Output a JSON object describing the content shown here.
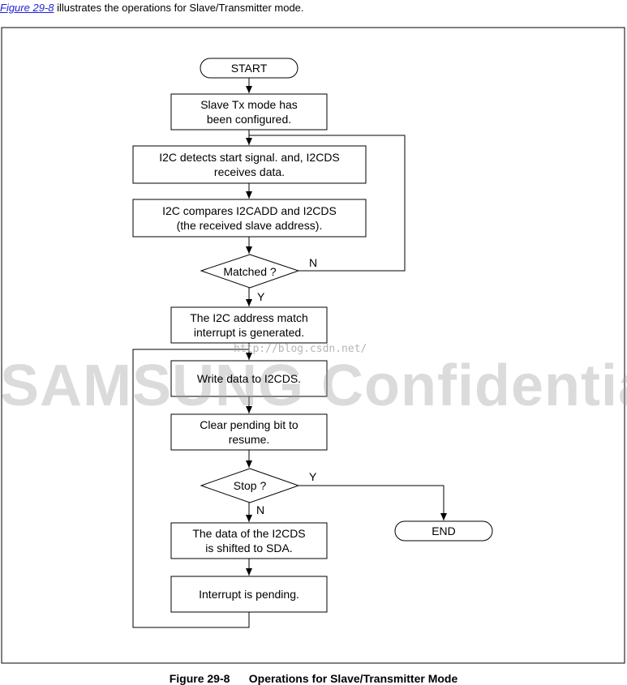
{
  "intro": {
    "link": "Figure 29-8",
    "rest": " illustrates the operations for Slave/Transmitter mode."
  },
  "nodes": {
    "start": "START",
    "configured": "Slave Tx mode has\nbeen configured.",
    "detect": "I2C detects start signal. and, I2CDS\nreceives data.",
    "compare": "I2C compares I2CADD and I2CDS\n(the received slave address).",
    "matched": "Matched ?",
    "interrupt": "The I2C address match\ninterrupt is generated.",
    "write": "Write data to I2CDS.",
    "clear": "Clear pending bit to\nresume.",
    "stop": "Stop ?",
    "end": "END",
    "shift": "The data of the I2CDS\nis shifted to SDA.",
    "pending": "Interrupt is pending."
  },
  "labels": {
    "matched_no": "N",
    "matched_yes": "Y",
    "stop_yes": "Y",
    "stop_no": "N"
  },
  "watermark": "SAMSUNG Confidential",
  "url_watermark": "http://blog.csdn.net/",
  "caption": "Figure 29-8      Operations for Slave/Transmitter Mode"
}
